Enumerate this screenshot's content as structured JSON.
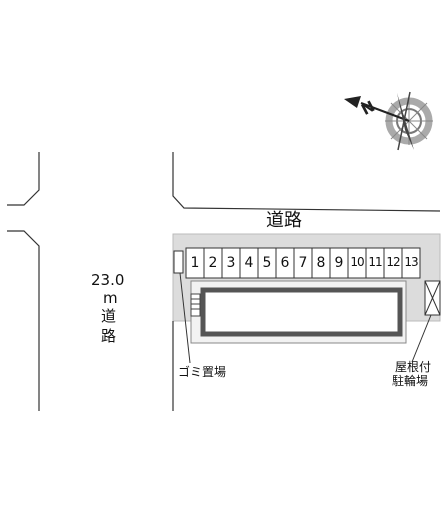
{
  "map": {
    "road_top_label": "道路",
    "road_left": {
      "width": "23.0",
      "unit": "m",
      "chars": [
        "道",
        "路"
      ]
    },
    "parking_spaces": [
      "1",
      "2",
      "3",
      "4",
      "5",
      "6",
      "7",
      "8",
      "9",
      "10",
      "11",
      "12",
      "13"
    ],
    "garbage_label": "ゴミ置場",
    "bike_parking_label": [
      "屋根付",
      "駐輪場"
    ],
    "compass": {
      "direction_letter": "N"
    },
    "colors": {
      "lot_fill": "#dcdcdc",
      "line": "#333333",
      "building_border": "#555555"
    }
  }
}
